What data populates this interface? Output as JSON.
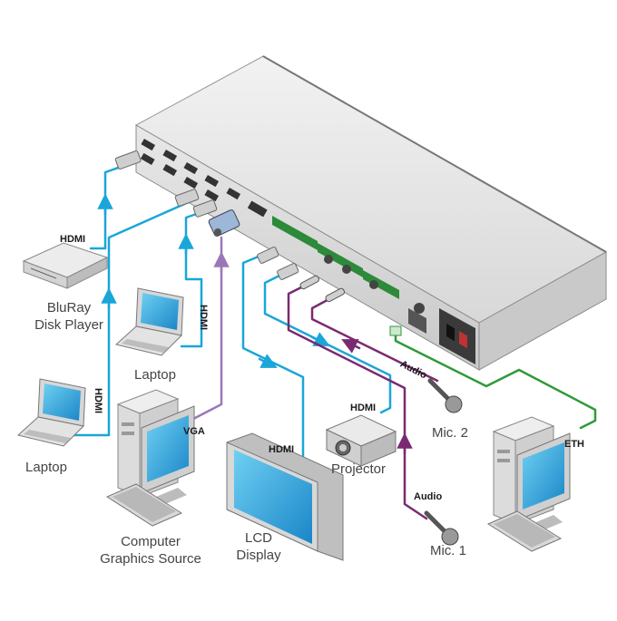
{
  "devices": {
    "bluray": {
      "line1": "BluRay",
      "line2": "Disk Player"
    },
    "laptop_center": {
      "label": "Laptop"
    },
    "laptop_left": {
      "label": "Laptop"
    },
    "computer": {
      "line1": "Computer",
      "line2": "Graphics Source"
    },
    "lcd": {
      "line1": "LCD",
      "line2": "Display"
    },
    "projector": {
      "label": "Projector"
    },
    "mic2": {
      "label": "Mic. 2"
    },
    "mic1": {
      "label": "Mic. 1"
    }
  },
  "cables": {
    "hdmi_bluray": "HDMI",
    "hdmi_laptop_center": "HDMI",
    "hdmi_laptop_left": "HDMI",
    "vga": "VGA",
    "hdmi_lcd": "HDMI",
    "hdmi_projector": "HDMI",
    "audio_mic2": "Audio",
    "audio_mic1": "Audio",
    "eth": "ETH"
  },
  "colors": {
    "hdmi": "#1aa6d9",
    "vga": "#9a78b8",
    "audio": "#7a2a72",
    "eth": "#2e9a3a"
  },
  "icons": [
    "hdmi-connector-icon",
    "vga-connector-icon",
    "audio-plug-icon",
    "ethernet-plug-icon",
    "laptop-icon",
    "tower-pc-icon",
    "monitor-icon",
    "keyboard-icon",
    "projector-icon",
    "microphone-icon",
    "bluray-player-icon",
    "flat-panel-display-icon",
    "switcher-unit-icon"
  ]
}
